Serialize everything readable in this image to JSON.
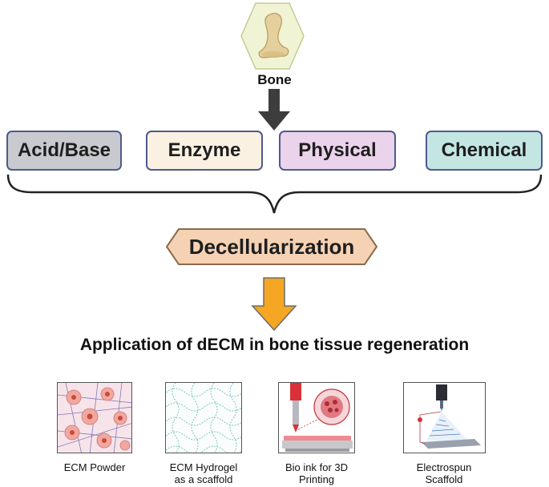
{
  "source": {
    "label": "Bone"
  },
  "methods": [
    {
      "label": "Acid/Base",
      "fill": "#c9cacf"
    },
    {
      "label": "Enzyme",
      "fill": "#fbf1e2"
    },
    {
      "label": "Physical",
      "fill": "#ebd3ec"
    },
    {
      "label": "Chemical",
      "fill": "#c4e6e3"
    }
  ],
  "process": {
    "label": "Decellularization",
    "fill": "#f6d2b5"
  },
  "application": {
    "title": "Application of dECM in bone tissue regeneration"
  },
  "applications": [
    {
      "line1": "ECM Powder",
      "line2": ""
    },
    {
      "line1": "ECM Hydrogel",
      "line2": "as a scaffold"
    },
    {
      "line1": "Bio ink for 3D",
      "line2": "Printing"
    },
    {
      "line1": "Electrospun",
      "line2": "Scaffold"
    }
  ],
  "colors": {
    "hexagon_fill": "#f0f4d5",
    "arrow_dark": "#3d3d3d",
    "arrow_orange": "#f5a623",
    "box_border": "#4e5a8c"
  }
}
